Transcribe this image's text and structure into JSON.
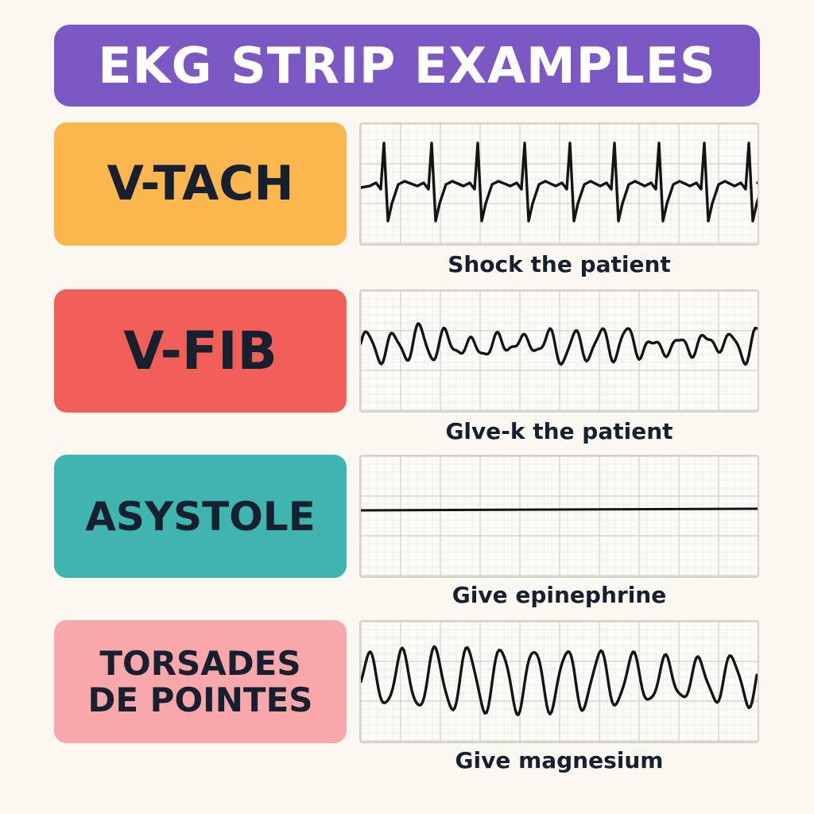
{
  "title": {
    "text": "EKG STRIP EXAMPLES",
    "bg_color": "#7b58c4"
  },
  "rhythms": [
    {
      "id": "vtach",
      "label": "V-TACH",
      "action": "Shock the patient",
      "color": "#fbb64e",
      "waveform": "vtach"
    },
    {
      "id": "vfib",
      "label": "V-FIB",
      "action": "Glve-k the patient",
      "color": "#f25f58",
      "waveform": "vfib"
    },
    {
      "id": "asystole",
      "label": "ASYSTOLE",
      "action": "Give epinephrine",
      "color": "#3fb5b0",
      "waveform": "flatline"
    },
    {
      "id": "torsades",
      "label": "TORSADES\nDE POINTES",
      "action": "Give magnesium",
      "color": "#f8a7aa",
      "waveform": "torsades"
    }
  ]
}
